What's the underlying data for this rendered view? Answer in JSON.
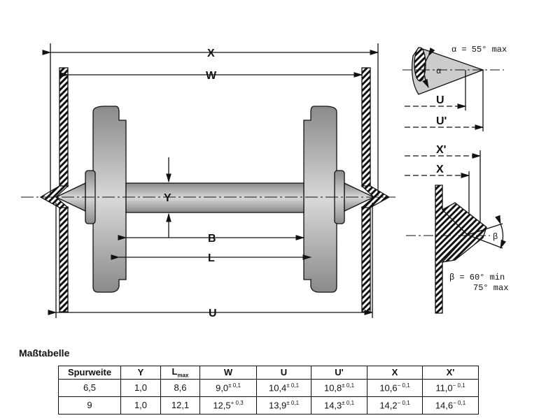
{
  "drawing": {
    "labels": {
      "X": "X",
      "W": "W",
      "Y": "Y",
      "B": "B",
      "L": "L",
      "U": "U"
    },
    "detail_cone": {
      "alpha_symbol": "α",
      "alpha_note": "α = 55° max",
      "U": "U",
      "U_prime": "U'"
    },
    "detail_groove": {
      "X_prime": "X'",
      "X": "X",
      "beta_symbol": "β",
      "beta_note_1": "β = 60° min",
      "beta_note_2": "75° max"
    }
  },
  "table": {
    "title": "Maßtabelle",
    "headers": [
      "Spurweite",
      "Y",
      "L",
      "max",
      "W",
      "U",
      "U'",
      "X",
      "X'"
    ],
    "rows": [
      {
        "spurweite": "6,5",
        "y": "1,0",
        "lmax": "8,6",
        "w": "9,0",
        "w_tol": "± 0,1",
        "u": "10,4",
        "u_tol": "± 0,1",
        "u2": "10,8",
        "u2_tol": "± 0,1",
        "x": "10,6",
        "x_tol": "− 0,1",
        "x2": "11,0",
        "x2_tol": "− 0,1"
      },
      {
        "spurweite": "9",
        "y": "1,0",
        "lmax": "12,1",
        "w": "12,5",
        "w_tol": "+ 0,3",
        "u": "13,9",
        "u_tol": "± 0,1",
        "u2": "14,3",
        "u2_tol": "± 0,1",
        "x": "14,2",
        "x_tol": "− 0,1",
        "x2": "14,6",
        "x2_tol": "− 0,1"
      }
    ]
  }
}
